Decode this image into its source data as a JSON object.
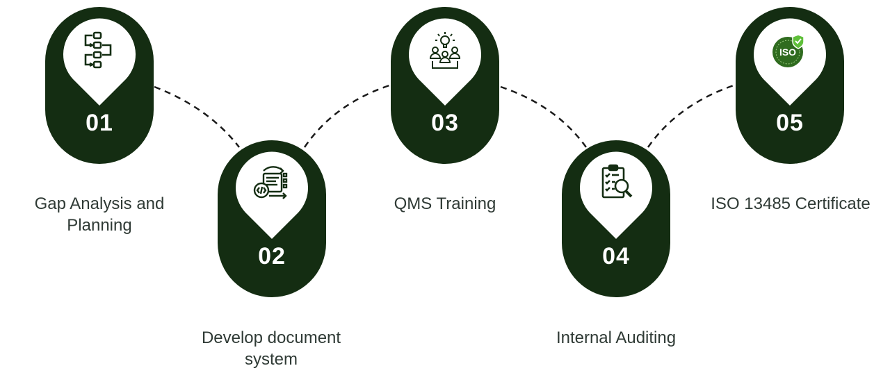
{
  "colors": {
    "pill": "#142d12",
    "pin": "#ffffff",
    "icon": "#142d12",
    "iso_badge": "#2f6b1f",
    "check": "#5fbf3a",
    "dash": "#1a1a1a"
  },
  "steps": [
    {
      "number": "01",
      "label": "Gap Analysis and Planning",
      "icon": "flowchart-icon"
    },
    {
      "number": "02",
      "label": "Develop document system",
      "icon": "code-document-icon"
    },
    {
      "number": "03",
      "label": "QMS Training",
      "icon": "training-icon"
    },
    {
      "number": "04",
      "label": "Internal Auditing",
      "icon": "audit-clipboard-icon"
    },
    {
      "number": "05",
      "label": "ISO 13485 Certificate",
      "icon": "iso-badge-icon"
    }
  ],
  "iso_text": "ISO"
}
